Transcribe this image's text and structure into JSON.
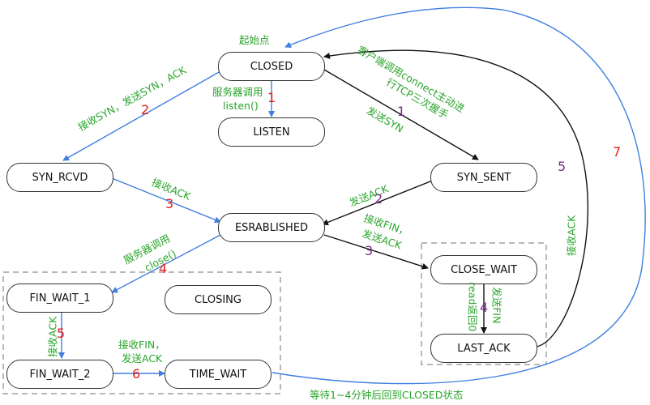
{
  "states": {
    "closed": "CLOSED",
    "listen": "LISTEN",
    "syn_rcvd": "SYN_RCVD",
    "syn_sent": "SYN_SENT",
    "established": "ESRABLISHED",
    "close_wait": "CLOSE_WAIT",
    "last_ack": "LAST_ACK",
    "fin_wait_1": "FIN_WAIT_1",
    "closing": "CLOSING",
    "fin_wait_2": "FIN_WAIT_2",
    "time_wait": "TIME_WAIT"
  },
  "labels": {
    "start": "起始点",
    "server_listen_1": "服务器调用",
    "server_listen_2": "listen()",
    "recv_syn_send_syn_ack": "接收SYN，发送SYN，ACK",
    "client_connect_1": "客户端调用connect主动进",
    "client_connect_2": "行TCP三次握手",
    "send_syn": "发送SYN",
    "recv_ack_3": "接收ACK",
    "send_ack_2": "发送ACK",
    "recv_fin_1": "接收FIN，",
    "recv_fin_2": "发送ACK",
    "server_close_1": "服务器调用",
    "server_close_2": "close()",
    "send_fin": "发送FIN",
    "read_return": "read返回0",
    "recv_ack_5": "接收ACK",
    "recv_ack_last": "接收ACK",
    "recv_fin_tw_1": "接收FIN，",
    "recv_fin_tw_2": "发送ACK",
    "wait_note": "等待1~4分钟后回到CLOSED状态"
  },
  "numbers": {
    "n1_red": "1",
    "n2_red": "2",
    "n3_red": "3",
    "n4_red": "4",
    "n5_red": "5",
    "n6_red": "6",
    "n7_red": "7",
    "n1_purple": "1",
    "n2_purple": "2",
    "n3_purple": "3",
    "n4_purple": "4",
    "n5_purple": "5"
  },
  "colors": {
    "blue_arrow": "#3f7fe0",
    "black_arrow": "#111111",
    "label_green": "#2aa52a",
    "num_red": "#e02020",
    "num_purple": "#7b2c8f",
    "dash_box": "#8a8a9a"
  }
}
